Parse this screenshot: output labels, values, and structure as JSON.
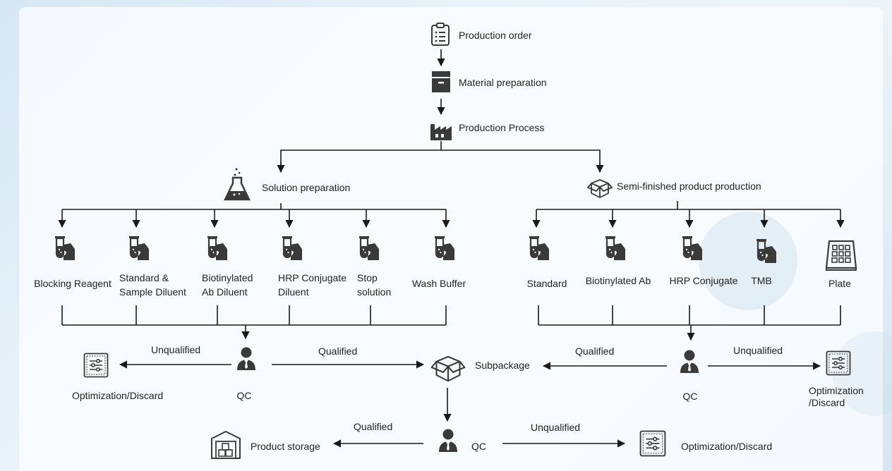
{
  "top": {
    "production_order": "Production order",
    "material_preparation": "Material preparation",
    "production_process": "Production Process"
  },
  "branches": {
    "solution_preparation": "Solution preparation",
    "semi_finished": "Semi-finished product production"
  },
  "solution_items": [
    {
      "line1": "Blocking Reagent",
      "line2": ""
    },
    {
      "line1": "Standard &",
      "line2": "Sample Diluent"
    },
    {
      "line1": "Biotinylated",
      "line2": "Ab Diluent"
    },
    {
      "line1": "HRP Conjugate",
      "line2": "Diluent"
    },
    {
      "line1": "Stop",
      "line2": "solution"
    },
    {
      "line1": "Wash Buffer",
      "line2": ""
    }
  ],
  "semi_items": [
    {
      "label": "Standard"
    },
    {
      "label": "Biotinylated Ab"
    },
    {
      "label": "HRP Conjugate"
    },
    {
      "label": "TMB"
    },
    {
      "label": "Plate"
    }
  ],
  "qc_left": {
    "qc": "QC",
    "unqualified": "Unqualified",
    "qualified": "Qualified",
    "discard": "Optimization/Discard"
  },
  "qc_right": {
    "qc": "QC",
    "unqualified": "Unqualified",
    "qualified": "Qualified",
    "discard_line1": "Optimization",
    "discard_line2": "/Discard"
  },
  "subpackage": "Subpackage",
  "qc_bottom": {
    "qc": "QC",
    "qualified": "Qualified",
    "unqualified": "Unqualified",
    "storage": "Product storage",
    "discard": "Optimization/Discard"
  },
  "colors": {
    "icon": "#3a3a3a",
    "line": "#1a1a1a",
    "panel": "#f8fbfe"
  }
}
